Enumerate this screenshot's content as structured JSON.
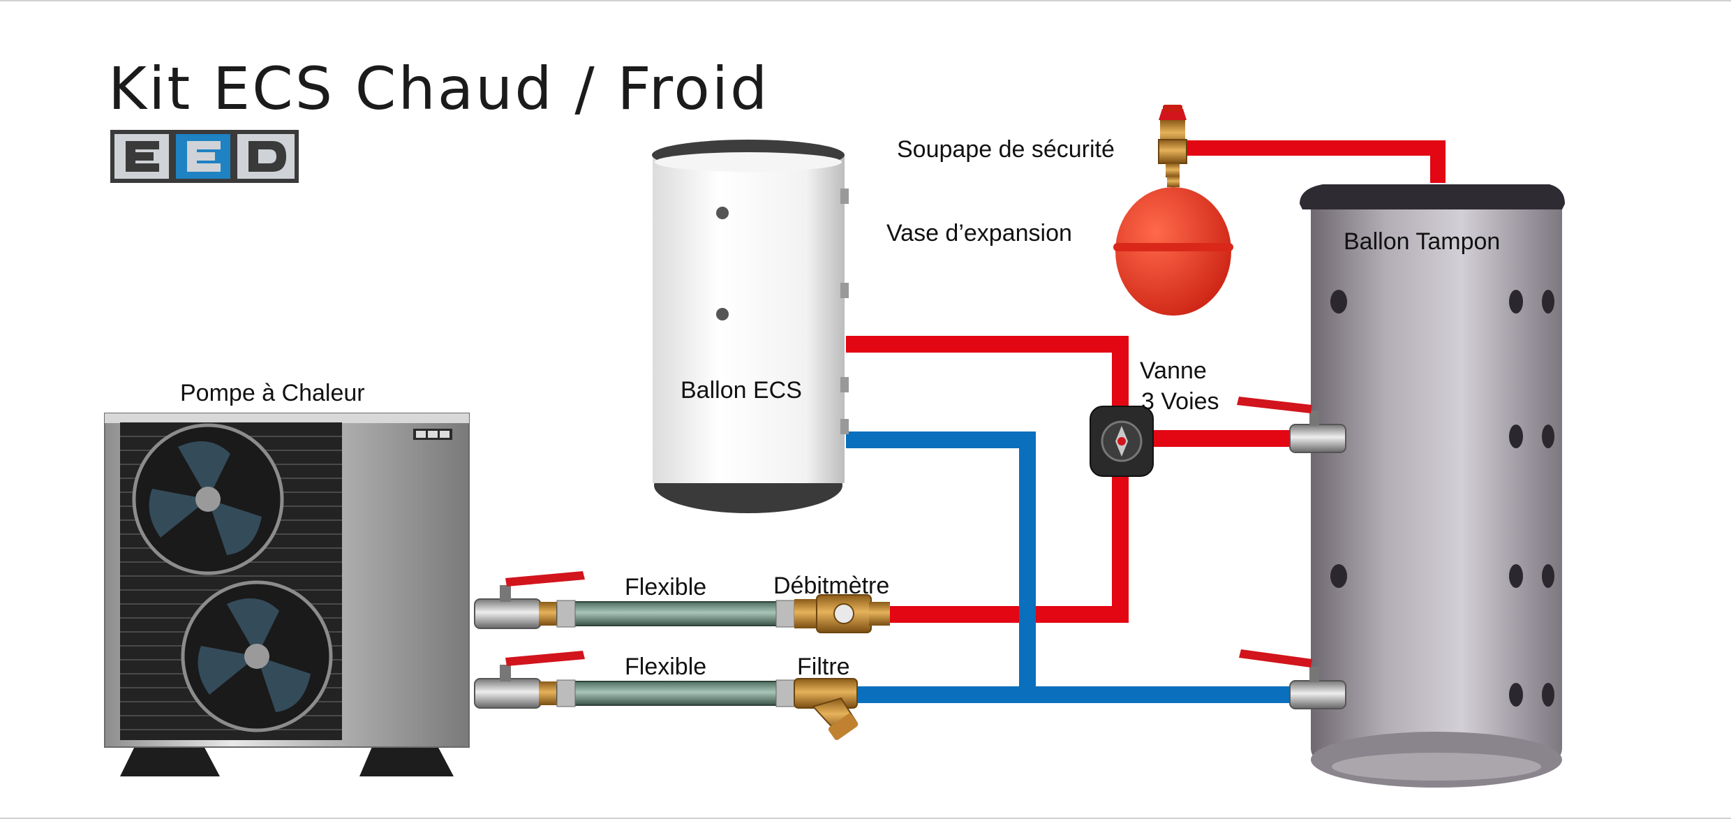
{
  "title": "Kit ECS Chaud / Froid",
  "logo": {
    "text": "EED",
    "colors": {
      "dark": "#3a3a3a",
      "blue": "#1e82c3",
      "grey": "#cfd2d6"
    }
  },
  "labels": {
    "heat_pump": "Pompe à Chaleur",
    "dhw_tank": "Ballon ECS",
    "buffer_tank": "Ballon Tampon",
    "safety_valve": "Soupape de sécurité",
    "expansion_vessel": "Vase d’expansion",
    "three_way_valve_line1": "Vanne",
    "three_way_valve_line2": "3 Voies",
    "flexible_top": "Flexible",
    "flexible_bottom": "Flexible",
    "flow_meter": "Débitmètre",
    "filter": "Filtre"
  },
  "colors": {
    "hot_pipe": "#e30613",
    "cold_pipe": "#0a6fbd",
    "brass": "#c8923a",
    "steel": "#b9b9b9"
  }
}
